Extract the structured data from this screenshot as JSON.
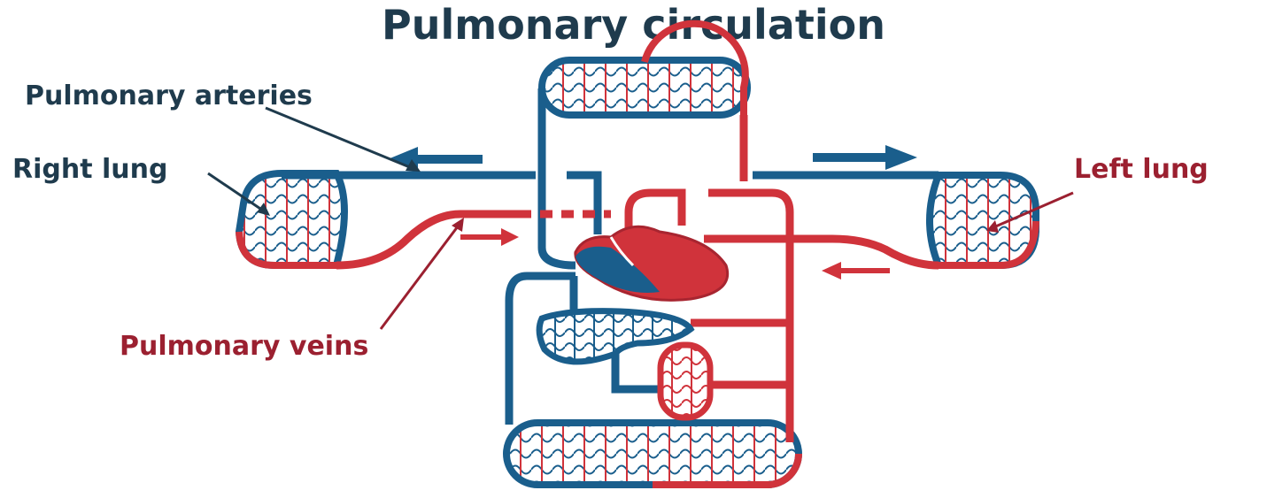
{
  "title": "Pulmonary circulation",
  "labels": {
    "pulmonary_arteries": "Pulmonary arteries",
    "right_lung": "Right lung",
    "left_lung": "Left lung",
    "pulmonary_veins": "Pulmonary veins"
  },
  "colors": {
    "arterial_deoxygenated": "#1a5e8c",
    "venous_oxygenated": "#d0333b",
    "label_dark": "#1f3b4d",
    "label_red": "#9b2030"
  }
}
